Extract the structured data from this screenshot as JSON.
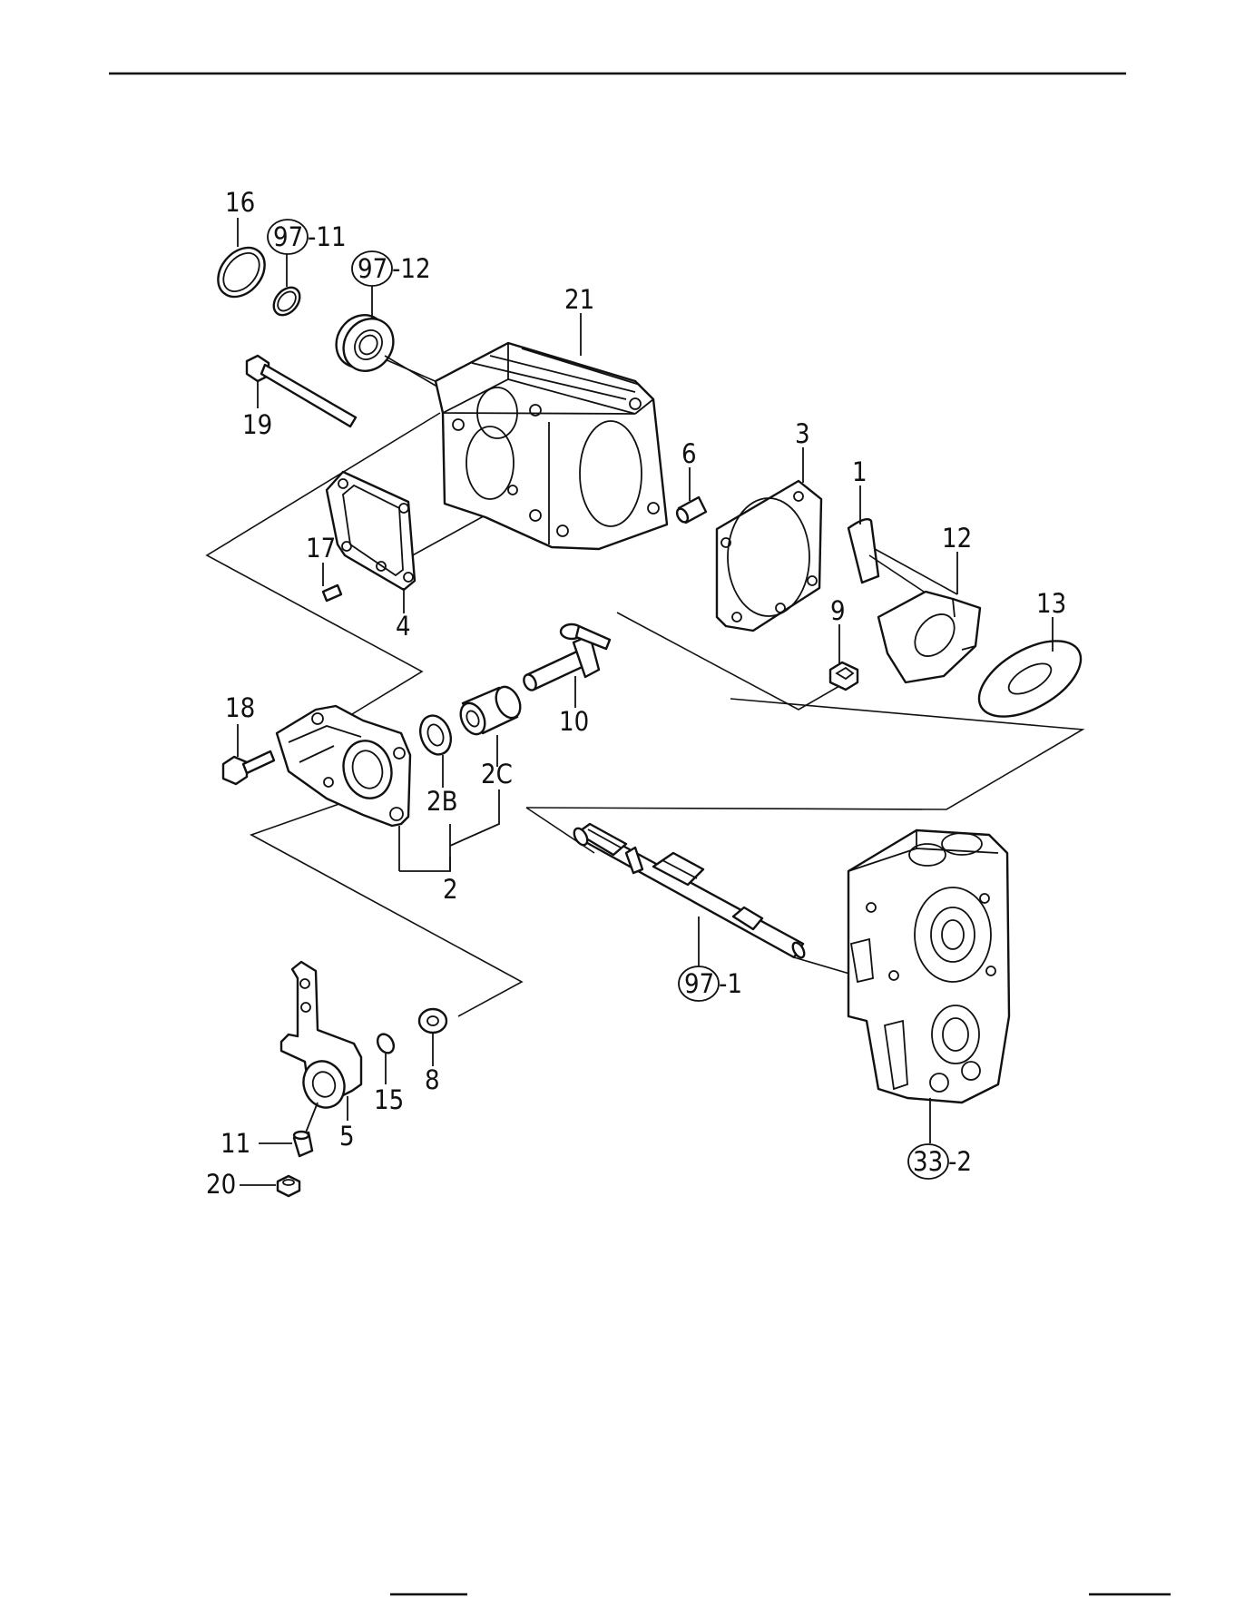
{
  "callouts": {
    "p16": "16",
    "p97_11_ref": "97",
    "p97_11_suffix": "-11",
    "p97_12_ref": "97",
    "p97_12_suffix": "-12",
    "p21": "21",
    "p19": "19",
    "p6": "6",
    "p3": "3",
    "p1": "1",
    "p12": "12",
    "p17": "17",
    "p4": "4",
    "p13": "13",
    "p9": "9",
    "p10": "10",
    "p18": "18",
    "p2B": "2B",
    "p2C": "2C",
    "p2": "2",
    "p97_1_ref": "97",
    "p97_1_suffix": "-1",
    "p8": "8",
    "p15": "15",
    "p11": "11",
    "p5": "5",
    "p20": "20",
    "p33_2_ref": "33",
    "p33_2_suffix": "-2"
  }
}
